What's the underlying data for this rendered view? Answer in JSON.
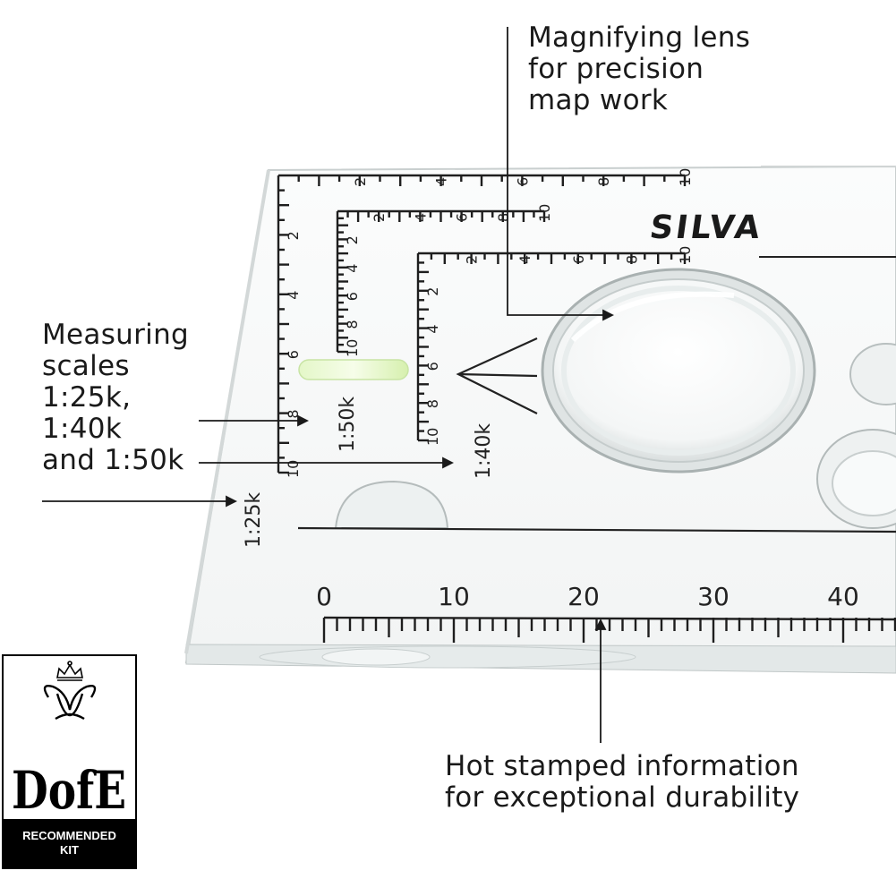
{
  "callouts": {
    "lens": [
      "Magnifying lens",
      "for precision",
      "map work"
    ],
    "scales": [
      "Measuring",
      "scales",
      "1:25k,",
      "1:40k",
      "and 1:50k"
    ],
    "stamp": [
      "Hot stamped information",
      "for exceptional durability"
    ]
  },
  "brand": {
    "logo_text": "SILVA"
  },
  "scale_labels": {
    "s25": "1:25k",
    "s50": "1:50k",
    "s40": "1:40k"
  },
  "ruler": {
    "top_outer": [
      "2",
      "4",
      "6",
      "8",
      "10"
    ],
    "top_mid": [
      "2",
      "4",
      "6",
      "8",
      "10"
    ],
    "top_inner": [
      "2",
      "4",
      "6",
      "8",
      "10"
    ],
    "left_outer": [
      "2",
      "4",
      "6",
      "8",
      "10"
    ],
    "left_mid": [
      "2",
      "4",
      "6",
      "8",
      "10"
    ],
    "left_inner": [
      "2",
      "4",
      "6",
      "8",
      "10"
    ],
    "bottom_cm": [
      "0",
      "10",
      "20",
      "30",
      "40"
    ]
  },
  "badge": {
    "logo_text": "DofE",
    "footer": [
      "RECOMMENDED",
      "KIT"
    ]
  }
}
